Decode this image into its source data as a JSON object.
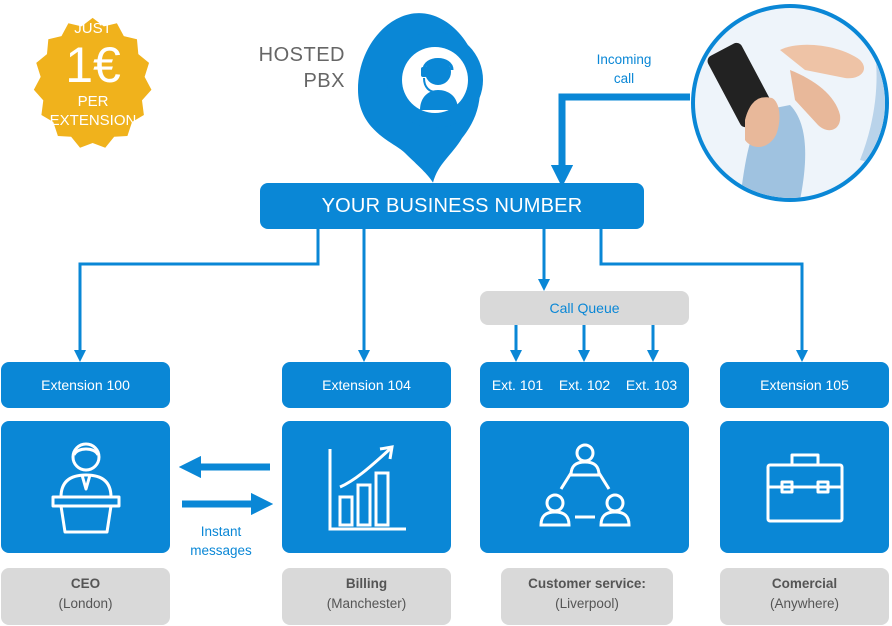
{
  "badge": {
    "line1": "JUST",
    "price": "1€",
    "line2": "PER",
    "line3": "EXTENSION"
  },
  "hosted": {
    "line1": "HOSTED",
    "line2": "PBX"
  },
  "incoming": {
    "line1": "Incoming",
    "line2": "call"
  },
  "business_number": "YOUR BUSINESS NUMBER",
  "call_queue": "Call Queue",
  "extensions": {
    "ceo": "Extension 100",
    "billing": "Extension 104",
    "queue": [
      "Ext. 101",
      "Ext. 102",
      "Ext. 103"
    ],
    "comercial": "Extension 105"
  },
  "instant": {
    "line1": "Instant",
    "line2": "messages"
  },
  "departments": {
    "ceo": {
      "title": "CEO",
      "location": "(London)"
    },
    "billing": {
      "title": "Billing",
      "location": "(Manchester)"
    },
    "customer": {
      "title": "Customer service:",
      "location": "(Liverpool)"
    },
    "comercial": {
      "title": "Comercial",
      "location": "(Anywhere)"
    }
  },
  "colors": {
    "primary": "#0a87d6",
    "badge": "#f0b21c",
    "grey": "#d9d9d9"
  },
  "icons": {
    "pin": "headset-operator-icon",
    "phone": "phone-in-hand-icon",
    "ceo": "speaker-podium-icon",
    "billing": "growth-chart-icon",
    "customer": "team-cycle-icon",
    "comercial": "briefcase-icon"
  }
}
